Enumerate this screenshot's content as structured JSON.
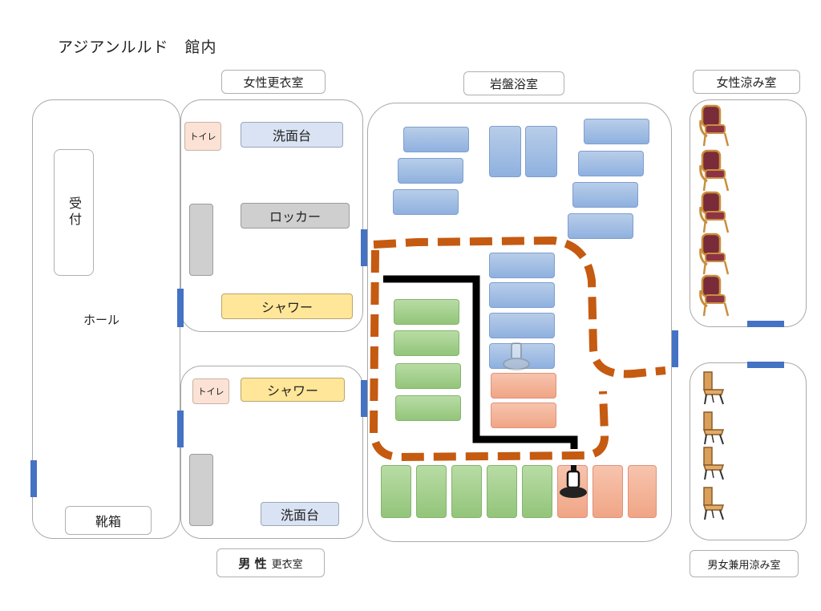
{
  "title": "アジアンルルド　館内",
  "labels": {
    "women_changing": "女性更衣室",
    "bedrock_bath": "岩盤浴室",
    "women_cooling": "女性涼み室",
    "men_changing_bold": "男 性",
    "men_changing_rest": "更衣室",
    "unisex_cooling": "男女兼用涼み室"
  },
  "hall": {
    "name": "ホール",
    "reception": "受付",
    "shoe_box": "靴箱"
  },
  "women_room": {
    "toilet": "トイレ",
    "washbasin": "洗面台",
    "locker": "ロッカー",
    "shower": "シャワー"
  },
  "men_room": {
    "toilet": "トイレ",
    "shower": "シャワー",
    "washbasin": "洗面台"
  },
  "colors": {
    "door": "#4472c4",
    "route": "#c55a11",
    "wall": "#000000"
  },
  "icons": {
    "chair": "armchair-icon",
    "stool": "wooden-chair-icon",
    "stove": "stone-heater-icon"
  }
}
